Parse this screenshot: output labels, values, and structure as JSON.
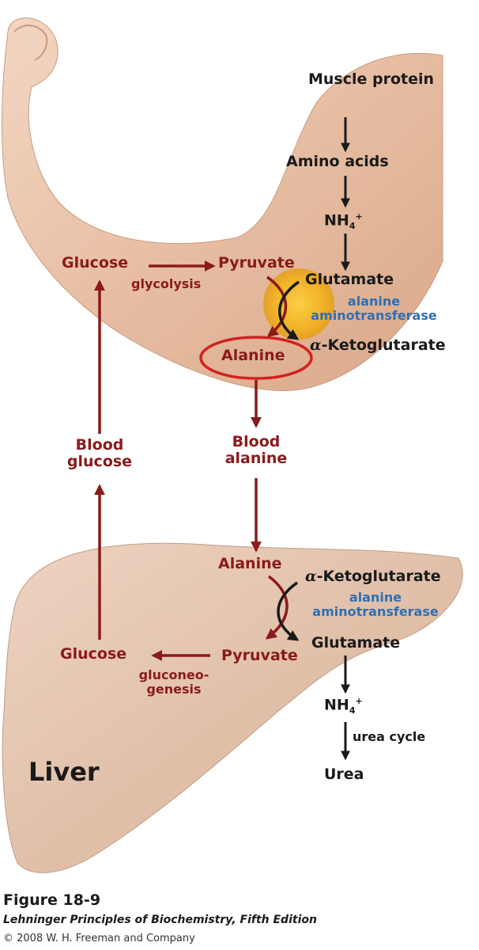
{
  "muscle": {
    "muscle_protein": "Muscle protein",
    "amino_acids": "Amino acids",
    "nh4": "NH",
    "nh4_sub": "4",
    "nh4_sup": "+",
    "glutamate": "Glutamate",
    "enzyme_line1": "alanine",
    "enzyme_line2": "aminotransferase",
    "alpha": "α",
    "ketoglutarate": "-Ketoglutarate",
    "glucose": "Glucose",
    "glycolysis": "glycolysis",
    "pyruvate": "Pyruvate",
    "alanine": "Alanine"
  },
  "blood": {
    "glucose_line1": "Blood",
    "glucose_line2": "glucose",
    "alanine_line1": "Blood",
    "alanine_line2": "alanine"
  },
  "liver": {
    "alanine": "Alanine",
    "alpha": "α",
    "ketoglutarate": "-Ketoglutarate",
    "enzyme_line1": "alanine",
    "enzyme_line2": "aminotransferase",
    "glutamate": "Glutamate",
    "pyruvate": "Pyruvate",
    "glucose": "Glucose",
    "gluconeo_line1": "gluconeo-",
    "gluconeo_line2": "genesis",
    "nh4": "NH",
    "nh4_sub": "4",
    "nh4_sup": "+",
    "urea_cycle": "urea cycle",
    "urea": "Urea",
    "organ_label": "Liver"
  },
  "caption": {
    "figure": "Figure 18-9",
    "book": "Lehninger Principles of Biochemistry, Fifth Edition",
    "copyright": "© 2008 W. H. Freeman and Company"
  },
  "colors": {
    "pathway_red": "#8b1a1a",
    "enzyme_blue": "#2f6fb3",
    "highlight_ring": "#d42020",
    "highlight_spot": "#f2b21e",
    "skin": "#e8c3a8"
  }
}
